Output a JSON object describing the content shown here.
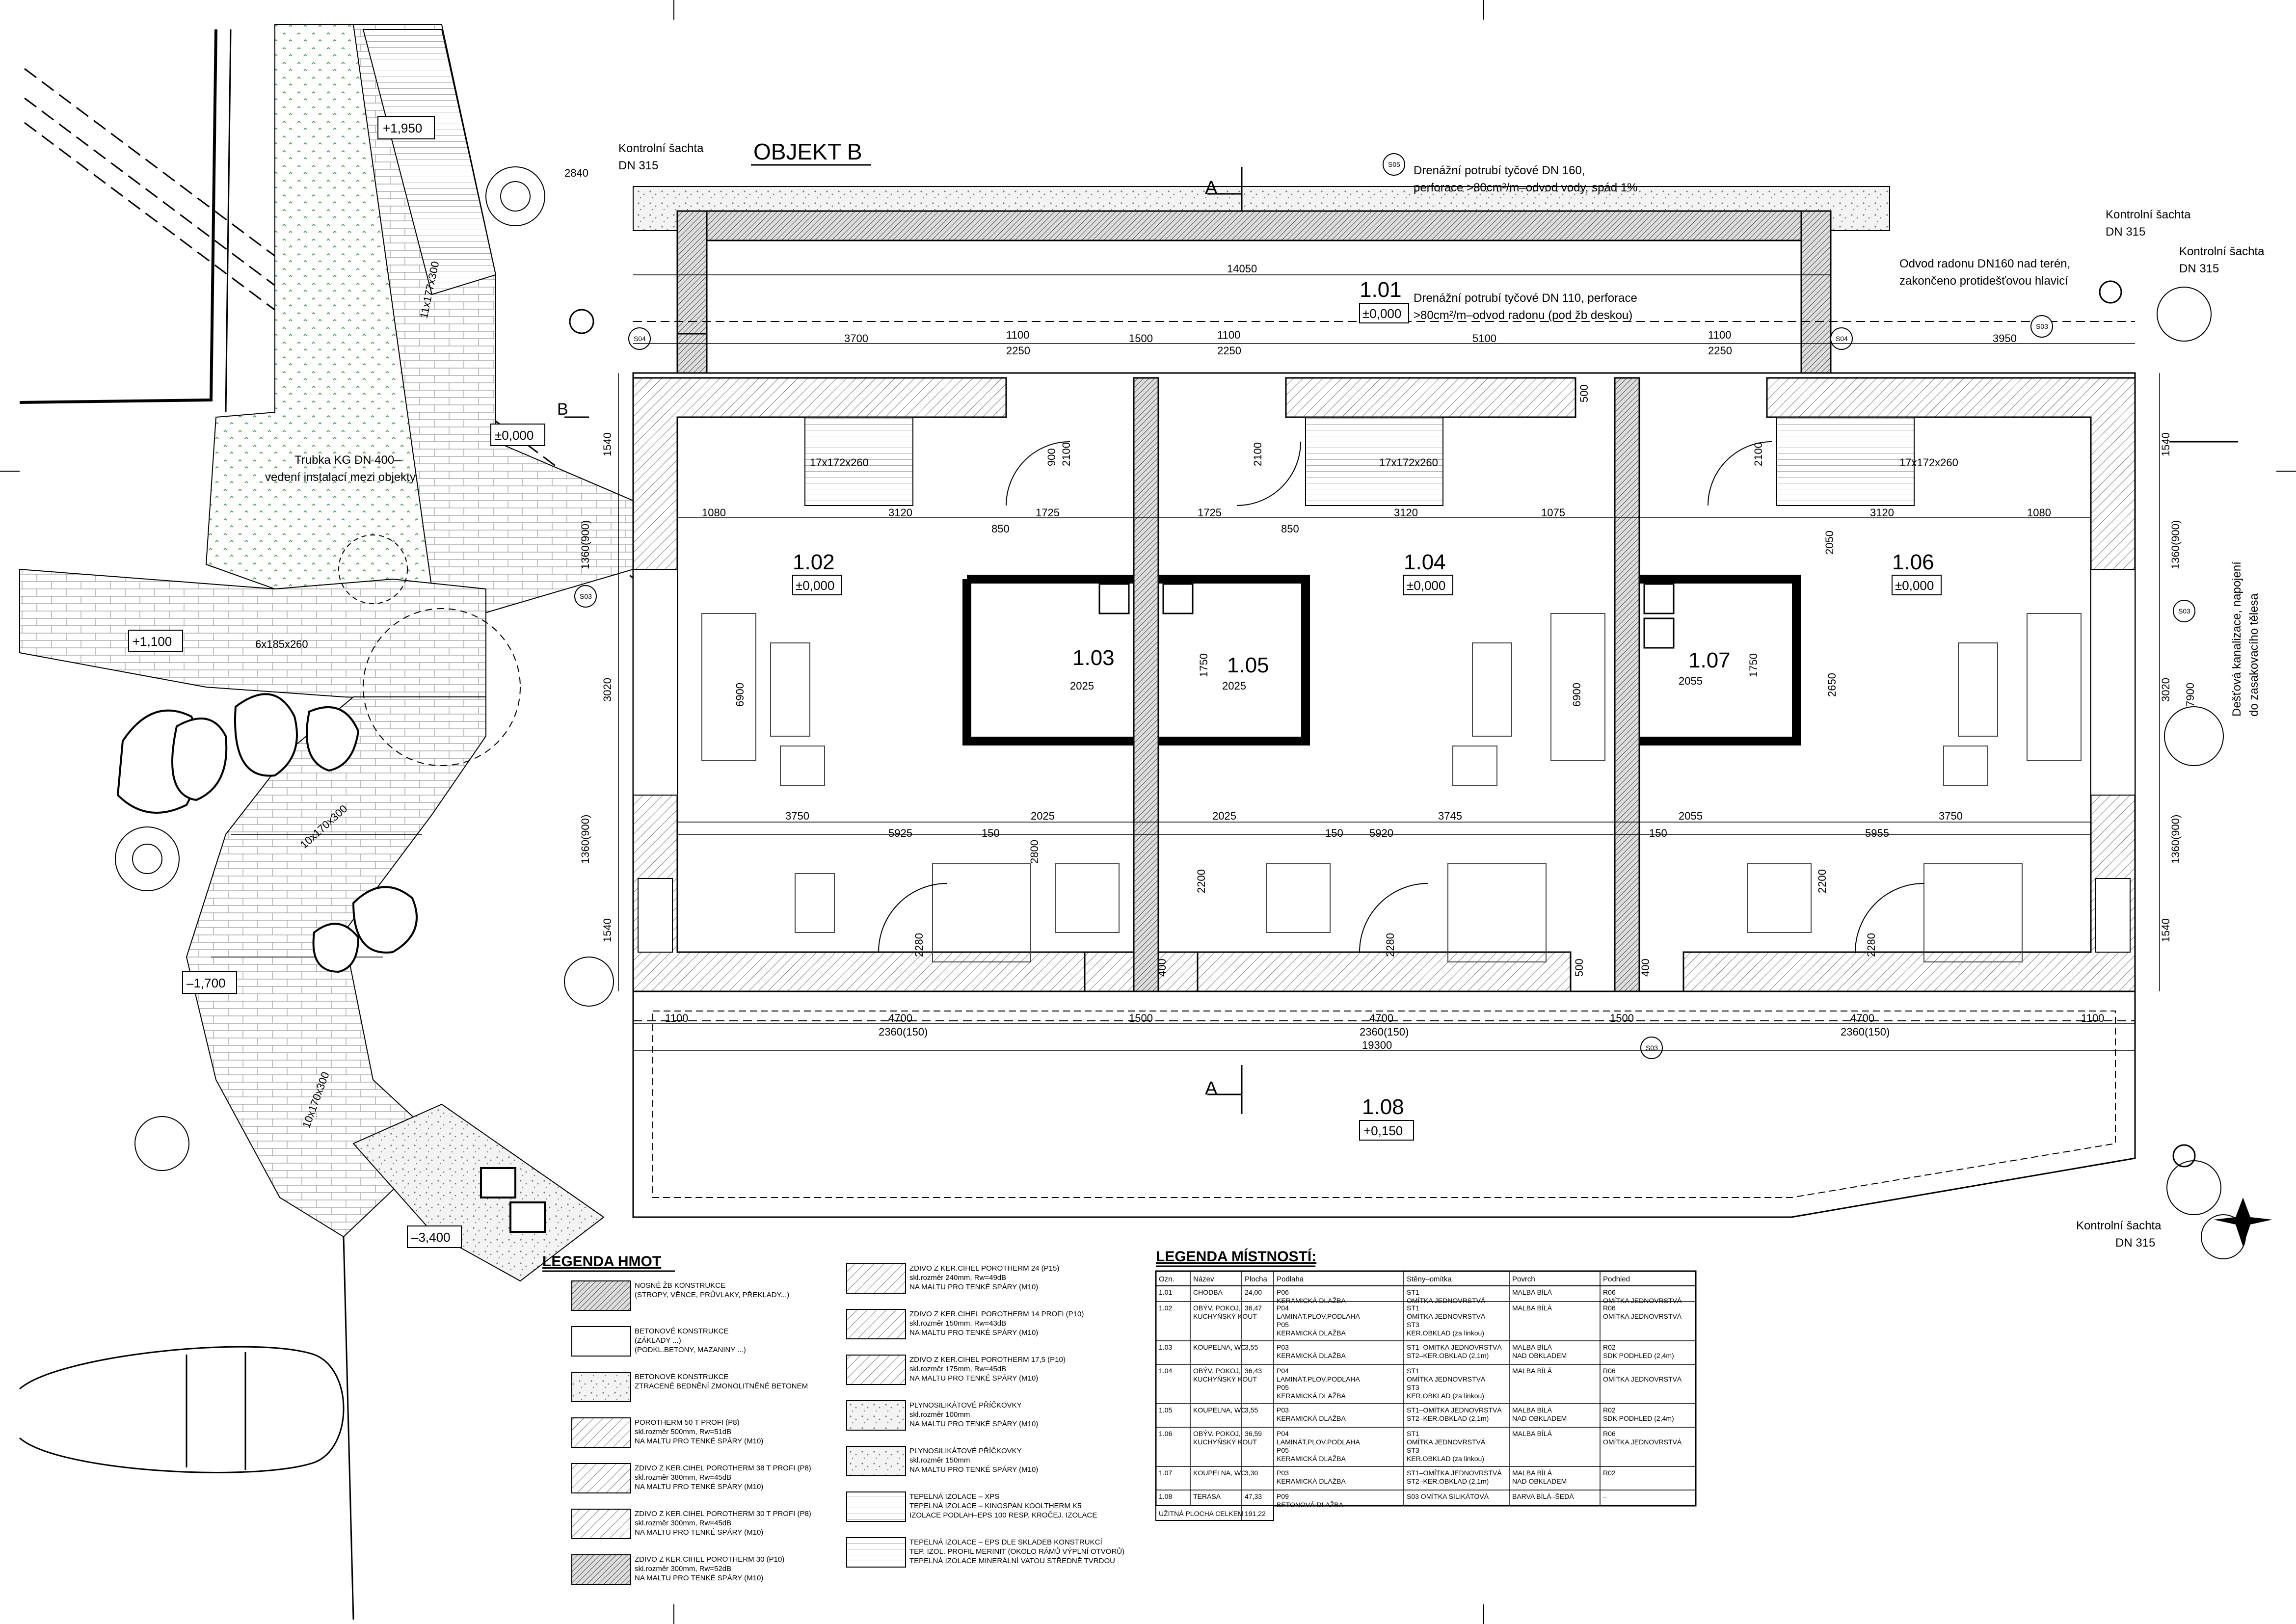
{
  "title": "OBJEKT B",
  "section_label": "A",
  "section_label_b": "B",
  "notes": {
    "drain_160": [
      "Drenážní potrubí tyčové DN 160,",
      "perforace >80cm²/m–odvod vody, spád 1%"
    ],
    "drain_110": [
      "Drenážní potrubí tyčové DN 110, perforace",
      ">80cm²/m–odvod radonu (pod žb deskou)"
    ],
    "radon": [
      "Odvod radonu DN160 nad terén,",
      "zakončeno protidešťovou hlavicí"
    ],
    "pipe_kg": [
      "Trubka KG DN 400–",
      "vedení instalací mezi objekty"
    ],
    "rainwater": [
      "Dešťová kanalizace, napojení",
      "do zasakovacího tělesa"
    ],
    "manhole_a": [
      "Kontrolní šachta",
      "DN 315"
    ],
    "manhole_b": [
      "Kontrolní šachta",
      "DN 315"
    ],
    "manhole_c": [
      "Kontrolní šachta",
      "DN 315"
    ],
    "manhole_d": [
      "Kontrolní šachta",
      "DN 315"
    ]
  },
  "levels": {
    "l1": "+1,950",
    "l2": "±0,000",
    "l3": "+1,100",
    "l4": "–1,700",
    "l5": "–3,400"
  },
  "stairs": {
    "s1": "11x177x300",
    "s2": "6x185x260",
    "s3": "10x170x300",
    "s4": "10x170x300",
    "s5": "17x172x260"
  },
  "tags": {
    "s05": "S05",
    "s04": "S04",
    "s03": "S03"
  },
  "rooms": [
    {
      "no": "1.01",
      "level": "±0,000"
    },
    {
      "no": "1.02",
      "level": "±0,000"
    },
    {
      "no": "1.03",
      "level": ""
    },
    {
      "no": "1.04",
      "level": "±0,000"
    },
    {
      "no": "1.05",
      "level": ""
    },
    {
      "no": "1.06",
      "level": "±0,000"
    },
    {
      "no": "1.07",
      "level": ""
    },
    {
      "no": "1.08",
      "level": "+0,150"
    }
  ],
  "dims": {
    "top_overall": "14050",
    "top_a": "3700",
    "top_b": "1500",
    "top_c": "5100",
    "top_d": "3950",
    "top_left": "2840",
    "d1100": "1100",
    "d2250": "2250",
    "d1080": "1080",
    "d3120": "3120",
    "d1075": "1075",
    "d850": "850",
    "d1725": "1725",
    "d3750": "3750",
    "d3745": "3745",
    "d2025": "2025",
    "d2055": "2055",
    "d5925": "5925",
    "d5920": "5920",
    "d5955": "5955",
    "d150": "150",
    "d4700": "4700",
    "d2360": "2360(150)",
    "d1500": "1500",
    "d19300": "19300",
    "d6900": "6900",
    "d7900": "7900",
    "d3020": "3020",
    "d1540": "1540",
    "d900": "900",
    "d1360": "1360(900)",
    "d2100": "2100",
    "d2280": "2280",
    "d2200": "2200",
    "d2800": "2800",
    "d1750": "1750",
    "d2650": "2650",
    "d2050": "2050",
    "d500": "500",
    "d400": "400"
  },
  "legend_materials": {
    "title": "LEGENDA HMOT",
    "items": [
      {
        "lines": [
          "NOSNÉ ŽB KONSTRUKCE",
          "(STROPY, VĚNCE, PRŮVLAKY, PŘEKLADY...)"
        ]
      },
      {
        "lines": [
          "BETONOVÉ KONSTRUKCE",
          "(ZÁKLADY ...)",
          "(PODKL.BETONY, MAZANINY ...)"
        ]
      },
      {
        "lines": [
          "BETONOVÉ KONSTRUKCE",
          "ZTRACENÉ BEDNĚNÍ ZMONOLITNĚNÉ BETONEM"
        ]
      },
      {
        "lines": [
          "POROTHERM 50 T PROFI (P8)",
          "skl.rozměr 500mm, Rw=51dB",
          "NA MALTU PRO TENKÉ SPÁRY (M10)"
        ]
      },
      {
        "lines": [
          "ZDIVO Z KER.CIHEL POROTHERM 38 T PROFI (P8)",
          "skl.rozměr 380mm, Rw=45dB",
          "NA MALTU PRO TENKÉ SPÁRY (M10)"
        ]
      },
      {
        "lines": [
          "ZDIVO Z KER.CIHEL POROTHERM 30 T PROFI (P8)",
          "skl.rozměr 300mm, Rw=45dB",
          "NA MALTU PRO TENKÉ SPÁRY (M10)"
        ]
      },
      {
        "lines": [
          "ZDIVO Z KER.CIHEL POROTHERM 30 (P10)",
          "skl.rozměr 300mm, Rw=52dB",
          "NA MALTU PRO TENKÉ SPÁRY (M10)"
        ]
      },
      {
        "lines": [
          "ZDIVO Z KER.CIHEL POROTHERM 24 (P15)",
          "skl.rozměr 240mm, Rw=49dB",
          "NA MALTU PRO TENKÉ SPÁRY (M10)"
        ]
      },
      {
        "lines": [
          "ZDIVO Z KER.CIHEL POROTHERM 14 PROFI (P10)",
          "skl.rozměr 150mm, Rw=43dB",
          "NA MALTU PRO TENKÉ SPÁRY (M10)"
        ]
      },
      {
        "lines": [
          "ZDIVO Z KER.CIHEL POROTHERM 17,5 (P10)",
          "skl.rozměr 175mm, Rw=45dB",
          "NA MALTU PRO TENKÉ SPÁRY (M10)"
        ]
      },
      {
        "lines": [
          "PLYNOSILIKÁTOVÉ PŘÍČKOVKY",
          "skl.rozměr 100mm",
          "NA MALTU PRO TENKÉ SPÁRY (M10)"
        ]
      },
      {
        "lines": [
          "PLYNOSILIKÁTOVÉ PŘÍČKOVKY",
          "skl.rozměr 150mm",
          "NA MALTU PRO TENKÉ SPÁRY (M10)"
        ]
      },
      {
        "lines": [
          "TEPELNÁ IZOLACE – XPS",
          "TEPELNÁ IZOLACE – KINGSPAN KOOLTHERM K5",
          "IZOLACE PODLAH–EPS 100 RESP. KROČEJ. IZOLACE"
        ]
      },
      {
        "lines": [
          "TEPELNÁ IZOLACE – EPS DLE SKLADEB KONSTRUKCÍ",
          "TEP. IZOL. PROFIL MERINIT (OKOLO RÁMŮ VÝPLNÍ OTVORŮ)",
          "TEPELNÁ IZOLACE MINERÁLNÍ VATOU STŘEDNĚ TVRDOU"
        ]
      }
    ]
  },
  "legend_rooms": {
    "title": "LEGENDA MÍSTNOSTÍ:",
    "headers": [
      "Ozn.",
      "Název",
      "Plocha",
      "Podlaha",
      "Stěny–omítka",
      "Povrch",
      "Podhled"
    ],
    "rows": [
      [
        "1.01",
        "CHODBA",
        "24,00",
        "P06|KERAMICKÁ DLAŽBA",
        "ST1|OMÍTKA JEDNOVRSTVÁ",
        "MALBA BÍLÁ",
        "R06|OMÍTKA JEDNOVRSTVÁ"
      ],
      [
        "1.02",
        "OBÝV. POKOJ,|KUCHYŇSKÝ KOUT",
        "36,47",
        "P04|LAMINÁT.PLOV.PODLAHA|P05|KERAMICKÁ DLAŽBA",
        "ST1|OMÍTKA JEDNOVRSTVÁ|ST3|KER.OBKLAD (za linkou)",
        "MALBA BÍLÁ",
        "R06|OMÍTKA JEDNOVRSTVÁ"
      ],
      [
        "1.03",
        "KOUPELNA, WC",
        "3,55",
        "P03|KERAMICKÁ DLAŽBA",
        "ST1–OMÍTKA JEDNOVRSTVÁ|ST2–KER.OBKLAD (2,1m)",
        "MALBA BÍLÁ|NAD OBKLADEM",
        "R02|SDK PODHLED (2,4m)"
      ],
      [
        "1.04",
        "OBÝV. POKOJ,|KUCHYŇSKÝ KOUT",
        "36,43",
        "P04|LAMINÁT.PLOV.PODLAHA|P05|KERAMICKÁ DLAŽBA",
        "ST1|OMÍTKA JEDNOVRSTVÁ|ST3|KER.OBKLAD (za linkou)",
        "MALBA BÍLÁ",
        "R06|OMÍTKA JEDNOVRSTVÁ"
      ],
      [
        "1.05",
        "KOUPELNA, WC",
        "3,55",
        "P03|KERAMICKÁ DLAŽBA",
        "ST1–OMÍTKA JEDNOVRSTVÁ|ST2–KER.OBKLAD (2,1m)",
        "MALBA BÍLÁ|NAD OBKLADEM",
        "R02|SDK PODHLED (2,4m)"
      ],
      [
        "1.06",
        "OBÝV. POKOJ,|KUCHYŇSKÝ KOUT",
        "36,59",
        "P04|LAMINÁT.PLOV.PODLAHA|P05|KERAMICKÁ DLAŽBA",
        "ST1|OMÍTKA JEDNOVRSTVÁ|ST3|KER.OBKLAD (za linkou)",
        "MALBA BÍLÁ",
        "R06|OMÍTKA JEDNOVRSTVÁ"
      ],
      [
        "1.07",
        "KOUPELNA, WC",
        "3,30",
        "P03|KERAMICKÁ DLAŽBA",
        "ST1–OMÍTKA JEDNOVRSTVÁ|ST2–KER.OBKLAD (2,1m)",
        "MALBA BÍLÁ|NAD OBKLADEM",
        "R02"
      ],
      [
        "1.08",
        "TERASA",
        "47,33",
        "P09|BETONOVÁ DLAŽBA",
        "S03 OMÍTKA SILIKÁTOVÁ",
        "BARVA BÍLÁ–ŠEDÁ",
        "–"
      ]
    ],
    "total_label": "UŽITNÁ PLOCHA CELKEM",
    "total_value": "191,22"
  },
  "colors": {
    "line": "#000000",
    "lawn_dot": "#2e9e3e",
    "hatch": "#555555"
  }
}
